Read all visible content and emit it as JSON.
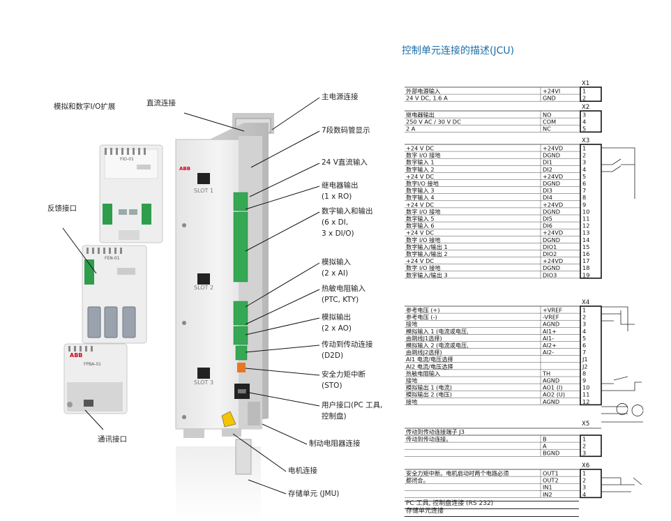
{
  "title": "控制单元连接的描述(JCU)",
  "left_labels": {
    "analog_digital_io": "模拟和数字I/O扩展",
    "dc_connection": "直流连接",
    "feedback": "反馈接口",
    "comm": "通讯接口"
  },
  "callouts": [
    {
      "lines": [
        "主电源连接"
      ]
    },
    {
      "lines": [
        "7段数码管显示"
      ]
    },
    {
      "lines": [
        "24 V直流输入"
      ]
    },
    {
      "lines": [
        "继电器输出",
        "(1 x RO)"
      ]
    },
    {
      "lines": [
        "数字输入和输出",
        "(6 x DI,",
        "3 x DI/O)"
      ]
    },
    {
      "lines": [
        "模拟输入",
        "(2 x AI)"
      ]
    },
    {
      "lines": [
        "热敏电阻输入",
        "(PTC, KTY)"
      ]
    },
    {
      "lines": [
        "模拟输出",
        "(2 x AO)"
      ]
    },
    {
      "lines": [
        "传动到传动连接",
        "(D2D)"
      ]
    },
    {
      "lines": [
        "安全力矩中断",
        "(STO)"
      ]
    },
    {
      "lines": [
        "用户接口(PC 工具,",
        "控制盘)"
      ]
    },
    {
      "lines": [
        "制动电阻器连接"
      ]
    },
    {
      "lines": [
        "电机连接"
      ]
    },
    {
      "lines": [
        "存储单元 (JMU)"
      ]
    }
  ],
  "modules": {
    "fio": "FIO-01",
    "fen": "FEN-01",
    "fpba": "FPBA-01",
    "brand": "ABB",
    "slot1": "SLOT 1",
    "slot2": "SLOT 2",
    "slot3": "SLOT 3"
  },
  "blocks": [
    {
      "id": "X1",
      "rows": [
        {
          "desc": "外部电源输入",
          "sig": "+24VI",
          "pin": "1"
        },
        {
          "desc": "24 V DC, 1.6 A",
          "sig": "GND",
          "pin": "2"
        }
      ]
    },
    {
      "id": "X2",
      "rows": [
        {
          "desc": "继电器输出",
          "sig": "NO",
          "pin": "3"
        },
        {
          "desc": "250 V AC / 30 V DC",
          "sig": "COM",
          "pin": "4"
        },
        {
          "desc": "2 A",
          "sig": "NC",
          "pin": "5"
        }
      ]
    },
    {
      "id": "X3",
      "rows": [
        {
          "desc": "+24 V DC",
          "sig": "+24VD",
          "pin": "1"
        },
        {
          "desc": "数字 I/O 接地",
          "sig": "DGND",
          "pin": "2"
        },
        {
          "desc": "数字输入 1",
          "sig": "DI1",
          "pin": "3"
        },
        {
          "desc": "数字输入 2",
          "sig": "DI2",
          "pin": "4"
        },
        {
          "desc": "+24 V DC",
          "sig": "+24VD",
          "pin": "5"
        },
        {
          "desc": "数字I/O 接地",
          "sig": "DGND",
          "pin": "6"
        },
        {
          "desc": "数字输入 3",
          "sig": "DI3",
          "pin": "7"
        },
        {
          "desc": "数字输入 4",
          "sig": "DI4",
          "pin": "8"
        },
        {
          "desc": "+24 V DC",
          "sig": "+24VD",
          "pin": "9"
        },
        {
          "desc": "数字 I/O 接地",
          "sig": "DGND",
          "pin": "10"
        },
        {
          "desc": "数字输入 5",
          "sig": "DI5",
          "pin": "11"
        },
        {
          "desc": "数字输入 6",
          "sig": "DI6",
          "pin": "12"
        },
        {
          "desc": "+24 V DC",
          "sig": "+24VD",
          "pin": "13"
        },
        {
          "desc": "数字 I/O 接地",
          "sig": "DGND",
          "pin": "14"
        },
        {
          "desc": "数字输入/输出 1",
          "sig": "DIO1",
          "pin": "15"
        },
        {
          "desc": "数字输入/输出 2",
          "sig": "DIO2",
          "pin": "16"
        },
        {
          "desc": "+24 V DC",
          "sig": "+24VD",
          "pin": "17"
        },
        {
          "desc": "数字 I/O 接地",
          "sig": "DGND",
          "pin": "18"
        },
        {
          "desc": "数字输入/输出 3",
          "sig": "DIO3",
          "pin": "19"
        }
      ]
    },
    {
      "id": "X4",
      "rows": [
        {
          "desc": "参考电压 (+)",
          "sig": "+VREF",
          "pin": "1"
        },
        {
          "desc": "参考电压 (-)",
          "sig": "-VREF",
          "pin": "2"
        },
        {
          "desc": "接地",
          "sig": "AGND",
          "pin": "3"
        },
        {
          "desc": "模拟输入 1 (电流或电压,",
          "sig": "AI1+",
          "pin": "4"
        },
        {
          "desc": "由跳线J1选择)",
          "sig": "AI1-",
          "pin": "5"
        },
        {
          "desc": "模拟输入 2 (电流或电压,",
          "sig": "AI2+",
          "pin": "6"
        },
        {
          "desc": "由跳线J2选择)",
          "sig": "AI2-",
          "pin": "7"
        },
        {
          "desc": "AI1 电流/电压选择",
          "sig": "",
          "pin": "J1"
        },
        {
          "desc": "AI2 电流/电压选择",
          "sig": "",
          "pin": "J2"
        },
        {
          "desc": "热敏电阻输入",
          "sig": "TH",
          "pin": "8"
        },
        {
          "desc": "接地",
          "sig": "AGND",
          "pin": "9"
        },
        {
          "desc": "模拟输出 1 (电流)",
          "sig": "AO1 (I)",
          "pin": "10"
        },
        {
          "desc": "模拟输出 2 (电压)",
          "sig": "AO2 (U)",
          "pin": "11"
        },
        {
          "desc": "接地",
          "sig": "AGND",
          "pin": "12"
        }
      ]
    },
    {
      "id": "X5",
      "header": "传动到传动连接端子 J3",
      "rows": [
        {
          "desc": "传动到传动连接。",
          "sig": "B",
          "pin": "1"
        },
        {
          "desc": "",
          "sig": "A",
          "pin": "2"
        },
        {
          "desc": "",
          "sig": "BGND",
          "pin": "3"
        }
      ]
    },
    {
      "id": "X6",
      "rows": [
        {
          "desc": "安全力矩中断。电机启动时两个电路必须",
          "sig": "OUT1",
          "pin": "1"
        },
        {
          "desc": "都闭合。",
          "sig": "OUT2",
          "pin": "2"
        },
        {
          "desc": "",
          "sig": "IN1",
          "pin": "3"
        },
        {
          "desc": "",
          "sig": "IN2",
          "pin": "4"
        }
      ]
    }
  ],
  "footer": [
    "PC 工具, 控制盘连接 (RS 232)",
    "存储单元连接"
  ]
}
